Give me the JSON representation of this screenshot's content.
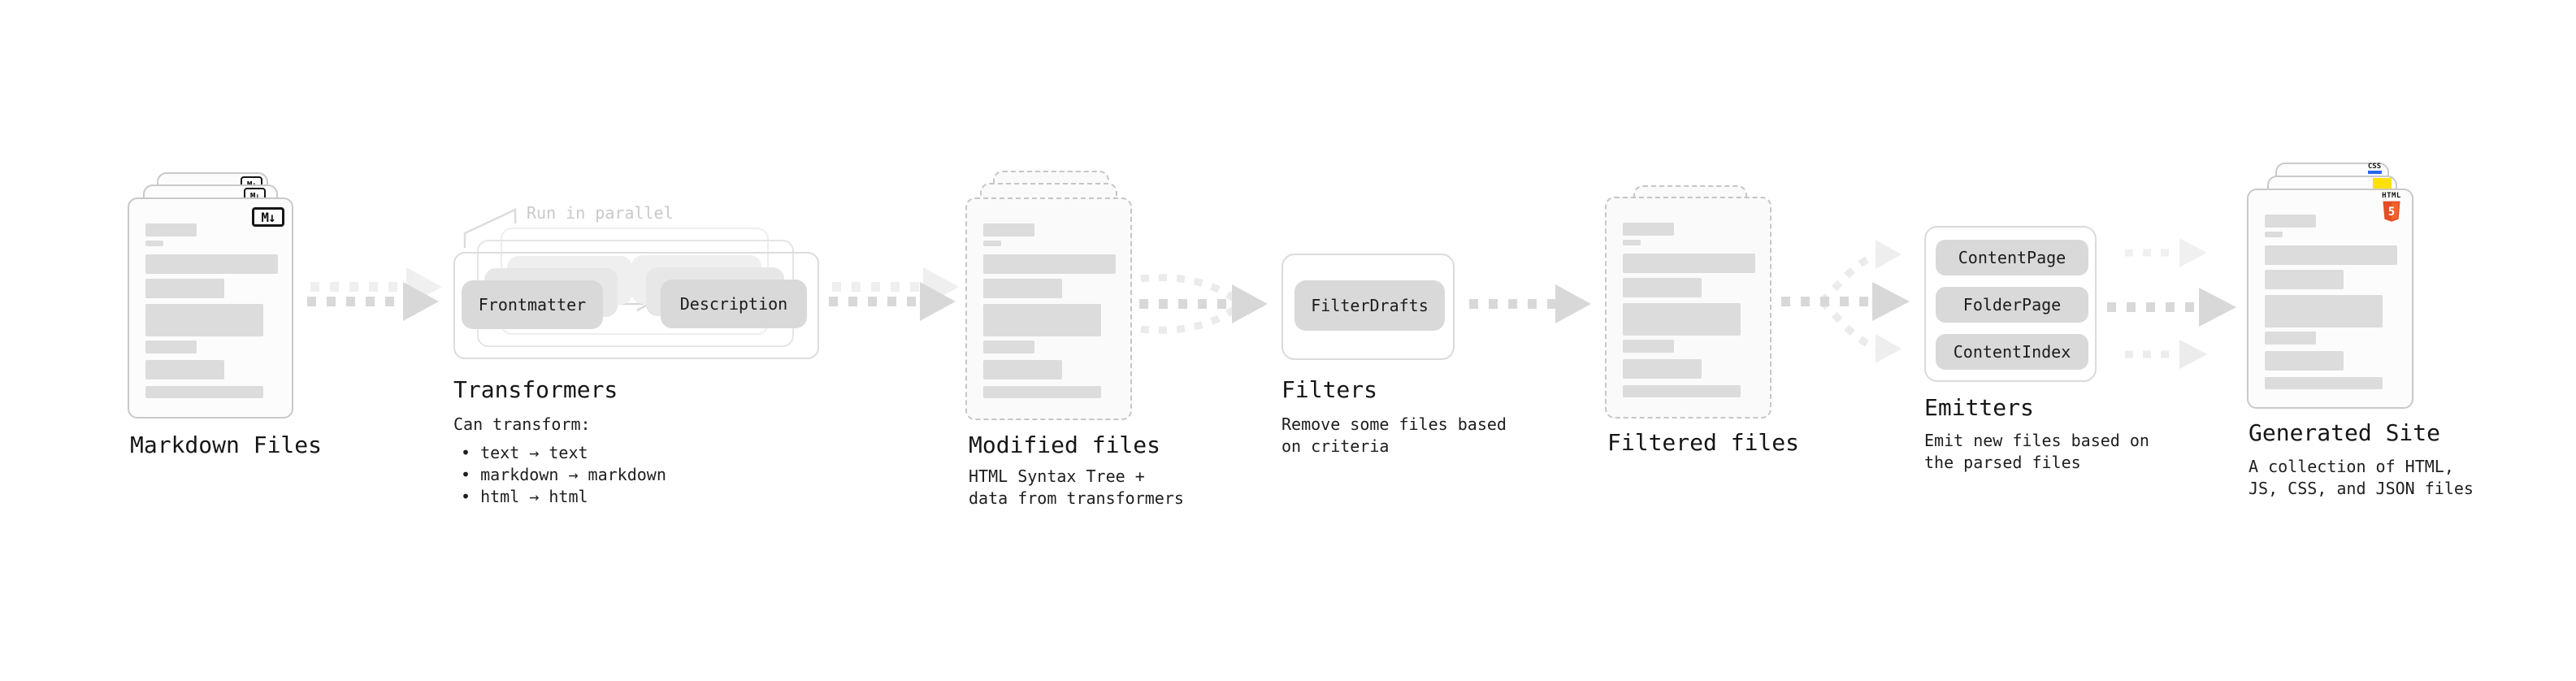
{
  "markdown_files": {
    "label": "Markdown Files",
    "badge": "M↓"
  },
  "transformers": {
    "callout": "Run in parallel",
    "frontmatter_pill": "Frontmatter",
    "description_pill": "Description",
    "title": "Transformers",
    "intro": "Can transform:",
    "bullets": [
      "• text → text",
      "• markdown → markdown",
      "• html → html"
    ]
  },
  "modified_files": {
    "title": "Modified files",
    "desc": [
      "HTML Syntax Tree +",
      "data from transformers"
    ]
  },
  "filters": {
    "title": "Filters",
    "pill": "FilterDrafts",
    "desc": [
      "Remove some files based",
      "on criteria"
    ]
  },
  "filtered_files": {
    "title": "Filtered files"
  },
  "emitters": {
    "title": "Emitters",
    "pills": [
      "ContentPage",
      "FolderPage",
      "ContentIndex"
    ],
    "desc": [
      "Emit new files based on",
      "the parsed files"
    ]
  },
  "generated_site": {
    "title": "Generated Site",
    "desc": [
      "A collection of HTML,",
      "JS, CSS, and JSON files"
    ],
    "css_badge": "CSS",
    "html_badge_label": "HTML",
    "html_badge_number": "5"
  },
  "colors": {
    "text": "#1a1a1a",
    "skeleton_bar": "#dcdcdc",
    "pill_gray": "#d9d9d9",
    "arrow_dark": "#d8d8d8",
    "arrow_light": "#ececec",
    "html5_orange": "#e44d26",
    "html5_orange_light": "#f16529",
    "js_yellow": "#ffe10a",
    "css_blue": "#2965f1"
  },
  "skeleton": {
    "bars": [
      {
        "w": 63,
        "h": 16,
        "mt": 30
      },
      {
        "w": 22,
        "h": 7,
        "mt": 5
      },
      {
        "w": 163,
        "h": 24,
        "mt": 10
      },
      {
        "w": 97,
        "h": 24,
        "mt": 6
      },
      {
        "w": 145,
        "h": 40,
        "mt": 7
      },
      {
        "w": 63,
        "h": 16,
        "mt": 5
      },
      {
        "w": 97,
        "h": 24,
        "mt": 8
      },
      {
        "w": 145,
        "h": 15,
        "mt": 8
      }
    ]
  }
}
